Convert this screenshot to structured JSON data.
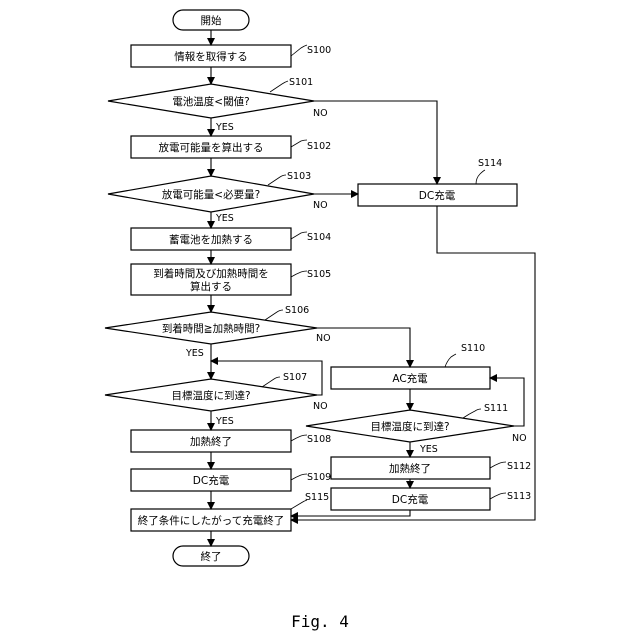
{
  "flowchart": {
    "start": "開始",
    "end": "終了",
    "s100": {
      "text": "情報を取得する",
      "step": "S100"
    },
    "s101": {
      "text": "電池温度<閾値?",
      "step": "S101"
    },
    "s102": {
      "text": "放電可能量を算出する",
      "step": "S102"
    },
    "s103": {
      "text": "放電可能量<必要量?",
      "step": "S103"
    },
    "s104": {
      "text": "蓄電池を加熱する",
      "step": "S104"
    },
    "s105": {
      "line1": "到着時間及び加熱時間を",
      "line2": "算出する",
      "step": "S105"
    },
    "s106": {
      "text": "到着時間≧加熱時間?",
      "step": "S106"
    },
    "s107": {
      "text": "目標温度に到達?",
      "step": "S107"
    },
    "s108": {
      "text": "加熱終了",
      "step": "S108"
    },
    "s109": {
      "text": "DC充電",
      "step": "S109"
    },
    "s110": {
      "text": "AC充電",
      "step": "S110"
    },
    "s111": {
      "text": "目標温度に到達?",
      "step": "S111"
    },
    "s112": {
      "text": "加熱終了",
      "step": "S112"
    },
    "s113": {
      "text": "DC充電",
      "step": "S113"
    },
    "s114": {
      "text": "DC充電",
      "step": "S114"
    },
    "s115": {
      "text": "終了条件にしたがって充電終了",
      "step": "S115"
    },
    "yes": "YES",
    "no": "NO"
  },
  "caption": "Fig. 4"
}
